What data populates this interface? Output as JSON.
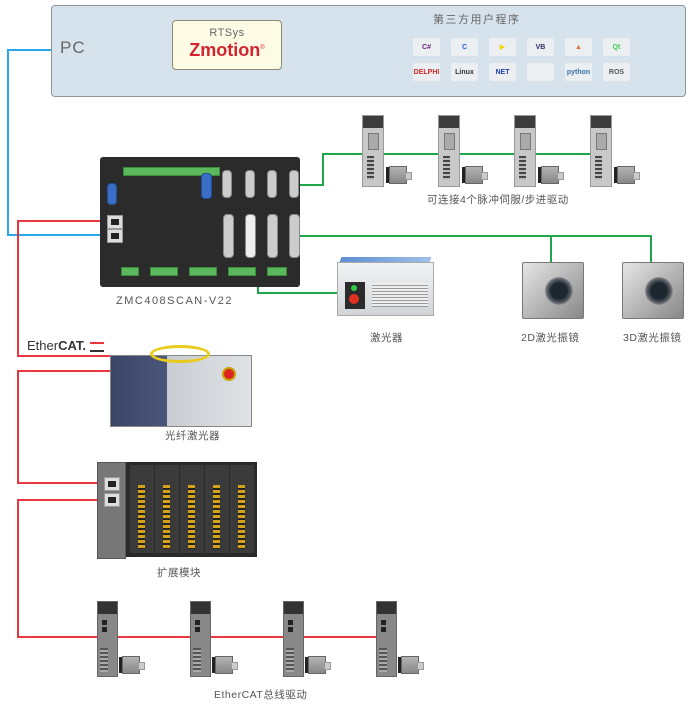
{
  "pc": {
    "title": "PC",
    "software": {
      "brand_small": "RTSys",
      "brand_large": "Zmotion",
      "registered": "®"
    },
    "third_party": {
      "title": "第三方用户程序",
      "row1": [
        {
          "icon": "csharp-icon",
          "label": "C#",
          "color": "#68217a"
        },
        {
          "icon": "cpp-icon",
          "label": "C",
          "color": "#1e5bd6"
        },
        {
          "icon": "labview-icon",
          "label": "▶",
          "color": "#f5d300"
        },
        {
          "icon": "vb-icon",
          "label": "VB",
          "color": "#2a2f6c"
        },
        {
          "icon": "matlab-icon",
          "label": "▲",
          "color": "#e16737"
        },
        {
          "icon": "qt-icon",
          "label": "Qt",
          "color": "#41cd52"
        }
      ],
      "row2": [
        {
          "icon": "delphi-icon",
          "label": "DELPHI",
          "color": "#d22727"
        },
        {
          "icon": "linux-icon",
          "label": "Linux",
          "color": "#333333"
        },
        {
          "icon": "dotnet-icon",
          "label": "NET",
          "color": "#1c3fa8"
        },
        {
          "icon": "apple-icon",
          "label": "",
          "color": "#999999"
        },
        {
          "icon": "python-icon",
          "label": "python",
          "color": "#3572a5"
        },
        {
          "icon": "ros-icon",
          "label": "ROS",
          "color": "#555555"
        }
      ]
    }
  },
  "controller": {
    "model": "ZMC408SCAN-V22"
  },
  "pulse_drives": {
    "label": "可连接4个脉冲伺服/步进驱动",
    "count": 4
  },
  "laser": {
    "label": "激光器"
  },
  "galvo_2d": {
    "label": "2D激光振镜"
  },
  "galvo_3d": {
    "label": "3D激光振镜"
  },
  "ethercat": {
    "logo_prefix": "Ether",
    "logo_suffix": "CAT."
  },
  "fiber_laser": {
    "label": "光纤激光器"
  },
  "expansion": {
    "label": "扩展模块"
  },
  "ethercat_drives": {
    "label": "EtherCAT总线驱动",
    "count": 4
  },
  "colors": {
    "ethernet": "#2aa9e8",
    "ethercat": "#e8383d",
    "pulse": "#1fa64a",
    "panel": "#d7e3ec"
  }
}
